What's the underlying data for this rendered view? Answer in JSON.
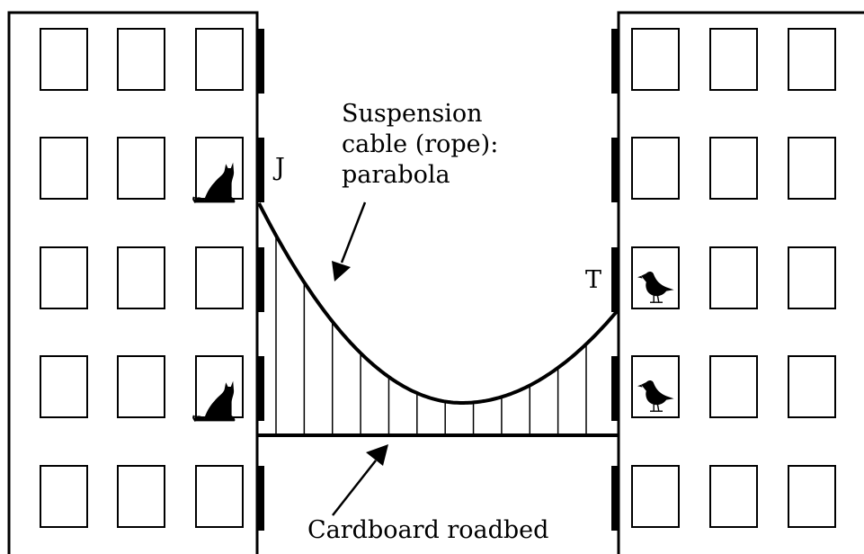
{
  "labels": {
    "point_j": "J",
    "point_t": "T",
    "cable_line1": "Suspension",
    "cable_line2": "cable (rope):",
    "cable_line3": "parabola",
    "roadbed": "Cardboard roadbed"
  },
  "buildings": {
    "left": {
      "floors": 5,
      "windows_per_floor": 3
    },
    "right": {
      "floors": 5,
      "windows_per_floor": 3
    }
  },
  "animals": [
    {
      "type": "cat",
      "building": "left",
      "floor": 2,
      "window": 3
    },
    {
      "type": "cat",
      "building": "left",
      "floor": 4,
      "window": 3
    },
    {
      "type": "bird",
      "building": "right",
      "floor": 3,
      "window": 1
    },
    {
      "type": "bird",
      "building": "right",
      "floor": 4,
      "window": 1
    }
  ],
  "bridge": {
    "cable_shape": "parabola",
    "hanger_count": 12
  },
  "colors": {
    "ink": "#000000",
    "background": "#ffffff"
  }
}
